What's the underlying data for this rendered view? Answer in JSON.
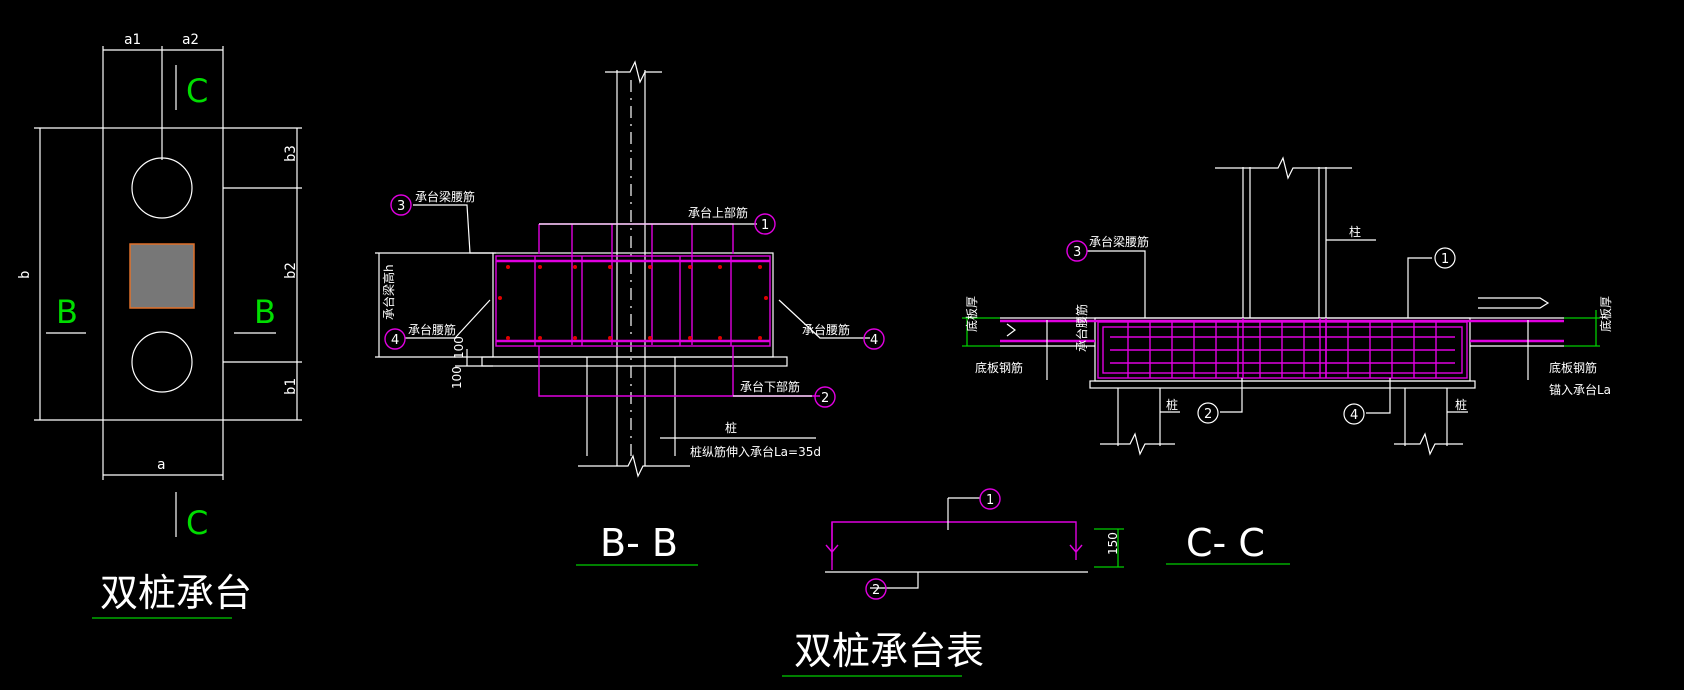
{
  "plan": {
    "dims": {
      "a1": "a1",
      "a2": "a2",
      "b": "b",
      "b1": "b1",
      "b2": "b2",
      "b3": "b3",
      "a": "a"
    },
    "sections": {
      "c": "C",
      "b": "B"
    },
    "title": "双桩承台"
  },
  "section_bb": {
    "title": "B- B",
    "labels": {
      "beam_rebar": "承台梁腰筋",
      "top_rebar": "承台上部筋",
      "waist_left": "承台腰筋",
      "waist_right": "承台腰筋",
      "bottom_rebar": "承台下部筋",
      "pile": "桩",
      "anchor": "桩纵筋伸入承台La=35d",
      "height": "承台梁高h",
      "dim100a": "100",
      "dim100b": "100"
    },
    "callouts": {
      "n1": "1",
      "n2": "2",
      "n3": "3",
      "n4l": "4",
      "n4r": "4"
    }
  },
  "section_cc": {
    "title": "C- C",
    "labels": {
      "beam_rebar": "承台梁腰筋",
      "column": "柱",
      "slab_left": "底板钢筋",
      "slab_right": "底板钢筋",
      "pile_left": "桩",
      "pile_right": "桩",
      "anchor": "锚入承台La",
      "thick_left": "底板厚",
      "thick_right": "底板厚",
      "waist": "承台腰筋"
    },
    "callouts": {
      "n1": "1",
      "n2": "2",
      "n3": "3",
      "n4": "4"
    }
  },
  "stirrup": {
    "dim": "150",
    "callouts": {
      "n1": "1",
      "n2": "2"
    }
  },
  "table_title": "双桩承台表"
}
